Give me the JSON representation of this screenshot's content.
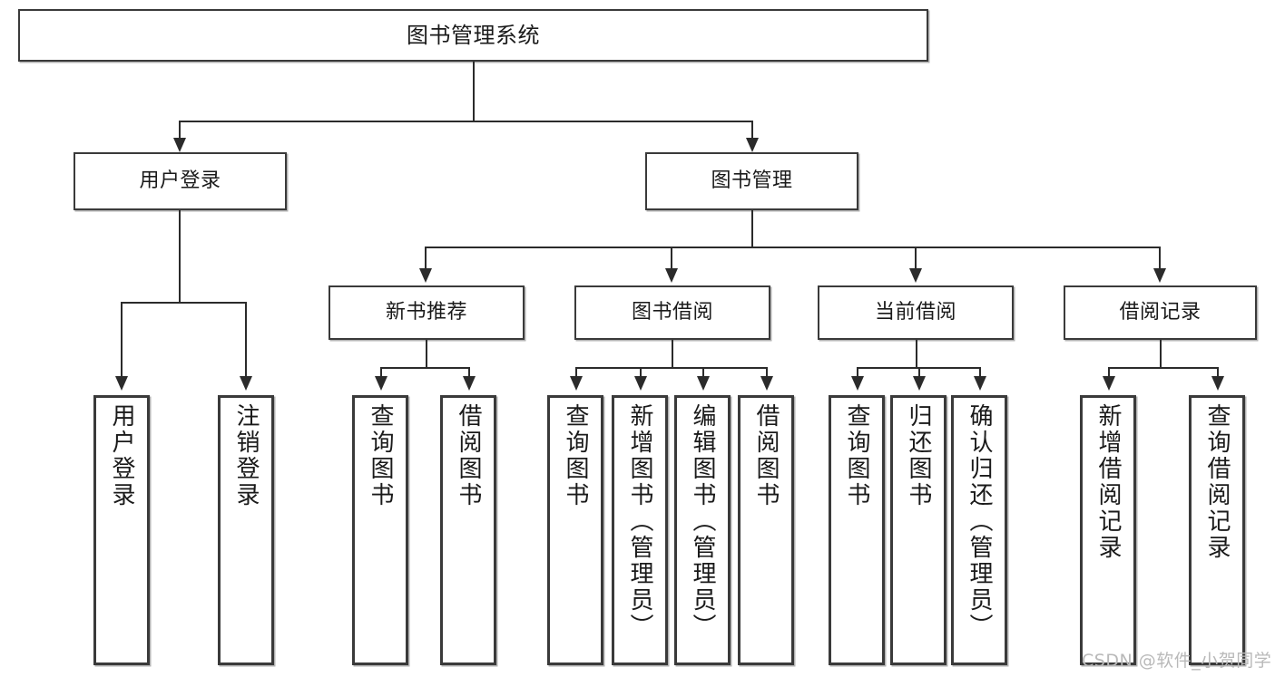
{
  "diagram": {
    "title": "图书管理系统",
    "type": "hierarchy-tree",
    "root": {
      "label": "图书管理系统"
    },
    "level2": [
      {
        "label": "用户登录"
      },
      {
        "label": "图书管理"
      }
    ],
    "level3": [
      {
        "label": "新书推荐"
      },
      {
        "label": "图书借阅"
      },
      {
        "label": "当前借阅"
      },
      {
        "label": "借阅记录"
      }
    ],
    "leaves": {
      "user_login": [
        {
          "label": "用户登录"
        },
        {
          "label": "注销登录"
        }
      ],
      "new_book_recommend": [
        {
          "label": "查询图书"
        },
        {
          "label": "借阅图书"
        }
      ],
      "book_borrow": [
        {
          "label": "查询图书"
        },
        {
          "label": "新增图书（管理员）"
        },
        {
          "label": "编辑图书（管理员）"
        },
        {
          "label": "借阅图书"
        }
      ],
      "current_borrow": [
        {
          "label": "查询图书"
        },
        {
          "label": "归还图书"
        },
        {
          "label": "确认归还（管理员）"
        }
      ],
      "borrow_record": [
        {
          "label": "新增借阅记录"
        },
        {
          "label": "查询借阅记录"
        }
      ]
    }
  },
  "watermark": {
    "text": "CSDN @软件_小贺同学"
  },
  "colors": {
    "box_border": "#3a3a3a",
    "connector": "#2b2b2b",
    "background": "#ffffff",
    "watermark": "#b9b9b9"
  }
}
